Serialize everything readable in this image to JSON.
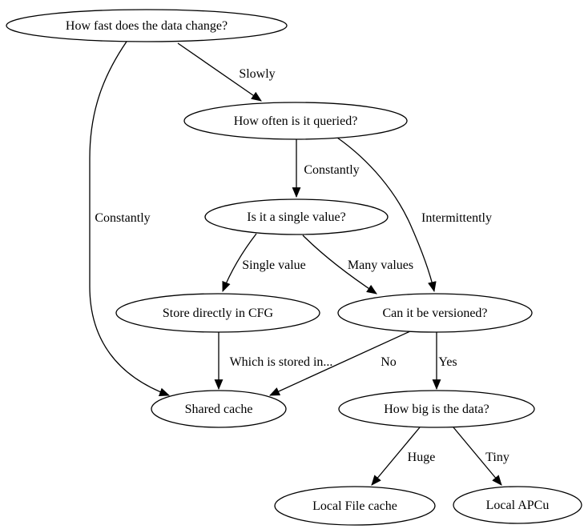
{
  "diagram": {
    "type": "decision-flowchart",
    "colors": {
      "background": "#ffffff",
      "node_fill": "#ffffff",
      "stroke": "#000000",
      "text": "#000000"
    },
    "nodes": [
      {
        "id": "how-fast",
        "label": "How fast does the data change?"
      },
      {
        "id": "how-often",
        "label": "How often is it queried?"
      },
      {
        "id": "single-value",
        "label": "Is it a single value?"
      },
      {
        "id": "store-cfg",
        "label": "Store directly in CFG"
      },
      {
        "id": "versioned",
        "label": "Can it be versioned?"
      },
      {
        "id": "shared-cache",
        "label": "Shared cache"
      },
      {
        "id": "how-big",
        "label": "How big is the data?"
      },
      {
        "id": "local-file-cache",
        "label": "Local File cache"
      },
      {
        "id": "local-apcu",
        "label": "Local APCu"
      }
    ],
    "edges": [
      {
        "from": "how-fast",
        "to": "how-often",
        "label": "Slowly"
      },
      {
        "from": "how-fast",
        "to": "shared-cache",
        "label": "Constantly"
      },
      {
        "from": "how-often",
        "to": "single-value",
        "label": "Constantly"
      },
      {
        "from": "how-often",
        "to": "versioned",
        "label": "Intermittently"
      },
      {
        "from": "single-value",
        "to": "store-cfg",
        "label": "Single value"
      },
      {
        "from": "single-value",
        "to": "versioned",
        "label": "Many values"
      },
      {
        "from": "store-cfg",
        "to": "shared-cache",
        "label": "Which is stored in..."
      },
      {
        "from": "versioned",
        "to": "shared-cache",
        "label": "No"
      },
      {
        "from": "versioned",
        "to": "how-big",
        "label": "Yes"
      },
      {
        "from": "how-big",
        "to": "local-file-cache",
        "label": "Huge"
      },
      {
        "from": "how-big",
        "to": "local-apcu",
        "label": "Tiny"
      }
    ]
  }
}
